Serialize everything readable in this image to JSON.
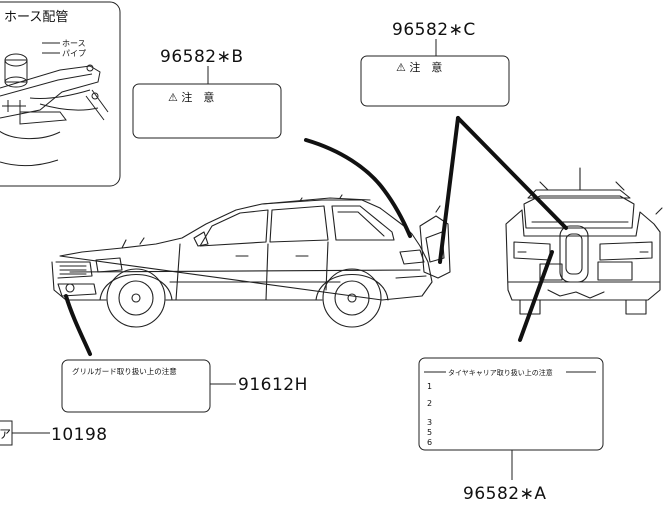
{
  "inset": {
    "title": "ホース配管",
    "legend_hose": "ホース",
    "legend_pipe": "パイプ"
  },
  "labels": {
    "b": {
      "part": "96582∗B",
      "text": "⚠ 注　意"
    },
    "c": {
      "part": "96582∗C",
      "text": "⚠ 注　意"
    },
    "h": {
      "part": "91612H",
      "text": "グリルガード取り扱い上の注意"
    },
    "a": {
      "part": "96582∗A",
      "text": "タイヤキャリア取り扱い上の注意",
      "lines": [
        "1",
        "2",
        "3",
        "5",
        "6"
      ]
    },
    "k": {
      "part": "10198",
      "glyph": "ア"
    }
  }
}
